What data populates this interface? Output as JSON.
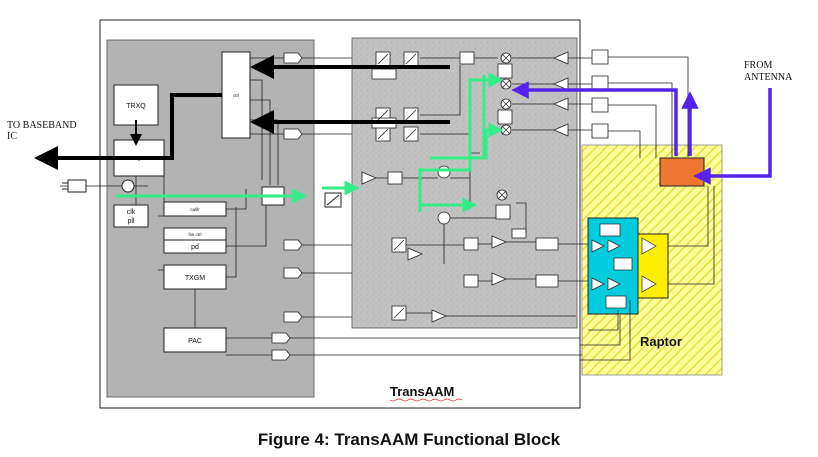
{
  "caption": "Figure 4: TransAAM Functional Block",
  "labels": {
    "transaam": "TransAAM",
    "raptor": "Raptor",
    "to_baseband_line1": "TO BASEBAND",
    "to_baseband_line2": "IC",
    "from_antenna_line1": "FROM",
    "from_antenna_line2": "ANTENNA"
  },
  "blocks": {
    "trxq": "TRXQ",
    "txgm": "TXGM",
    "pac": "PAC",
    "pd": "pd",
    "clk_pll": "clk\npll"
  },
  "colors": {
    "green_path": "#33ee88",
    "blue_path": "#5522ee",
    "black_path": "#000000",
    "raptor_fill": "#ffff99",
    "raptor_hatch": "#e8dc40",
    "cyan_block": "#00ccdd",
    "yellow_block": "#ffee00",
    "orange_switch": "#ee7733",
    "digital_gray": "#b3b3b3",
    "rf_gray": "#c0c0c0"
  }
}
